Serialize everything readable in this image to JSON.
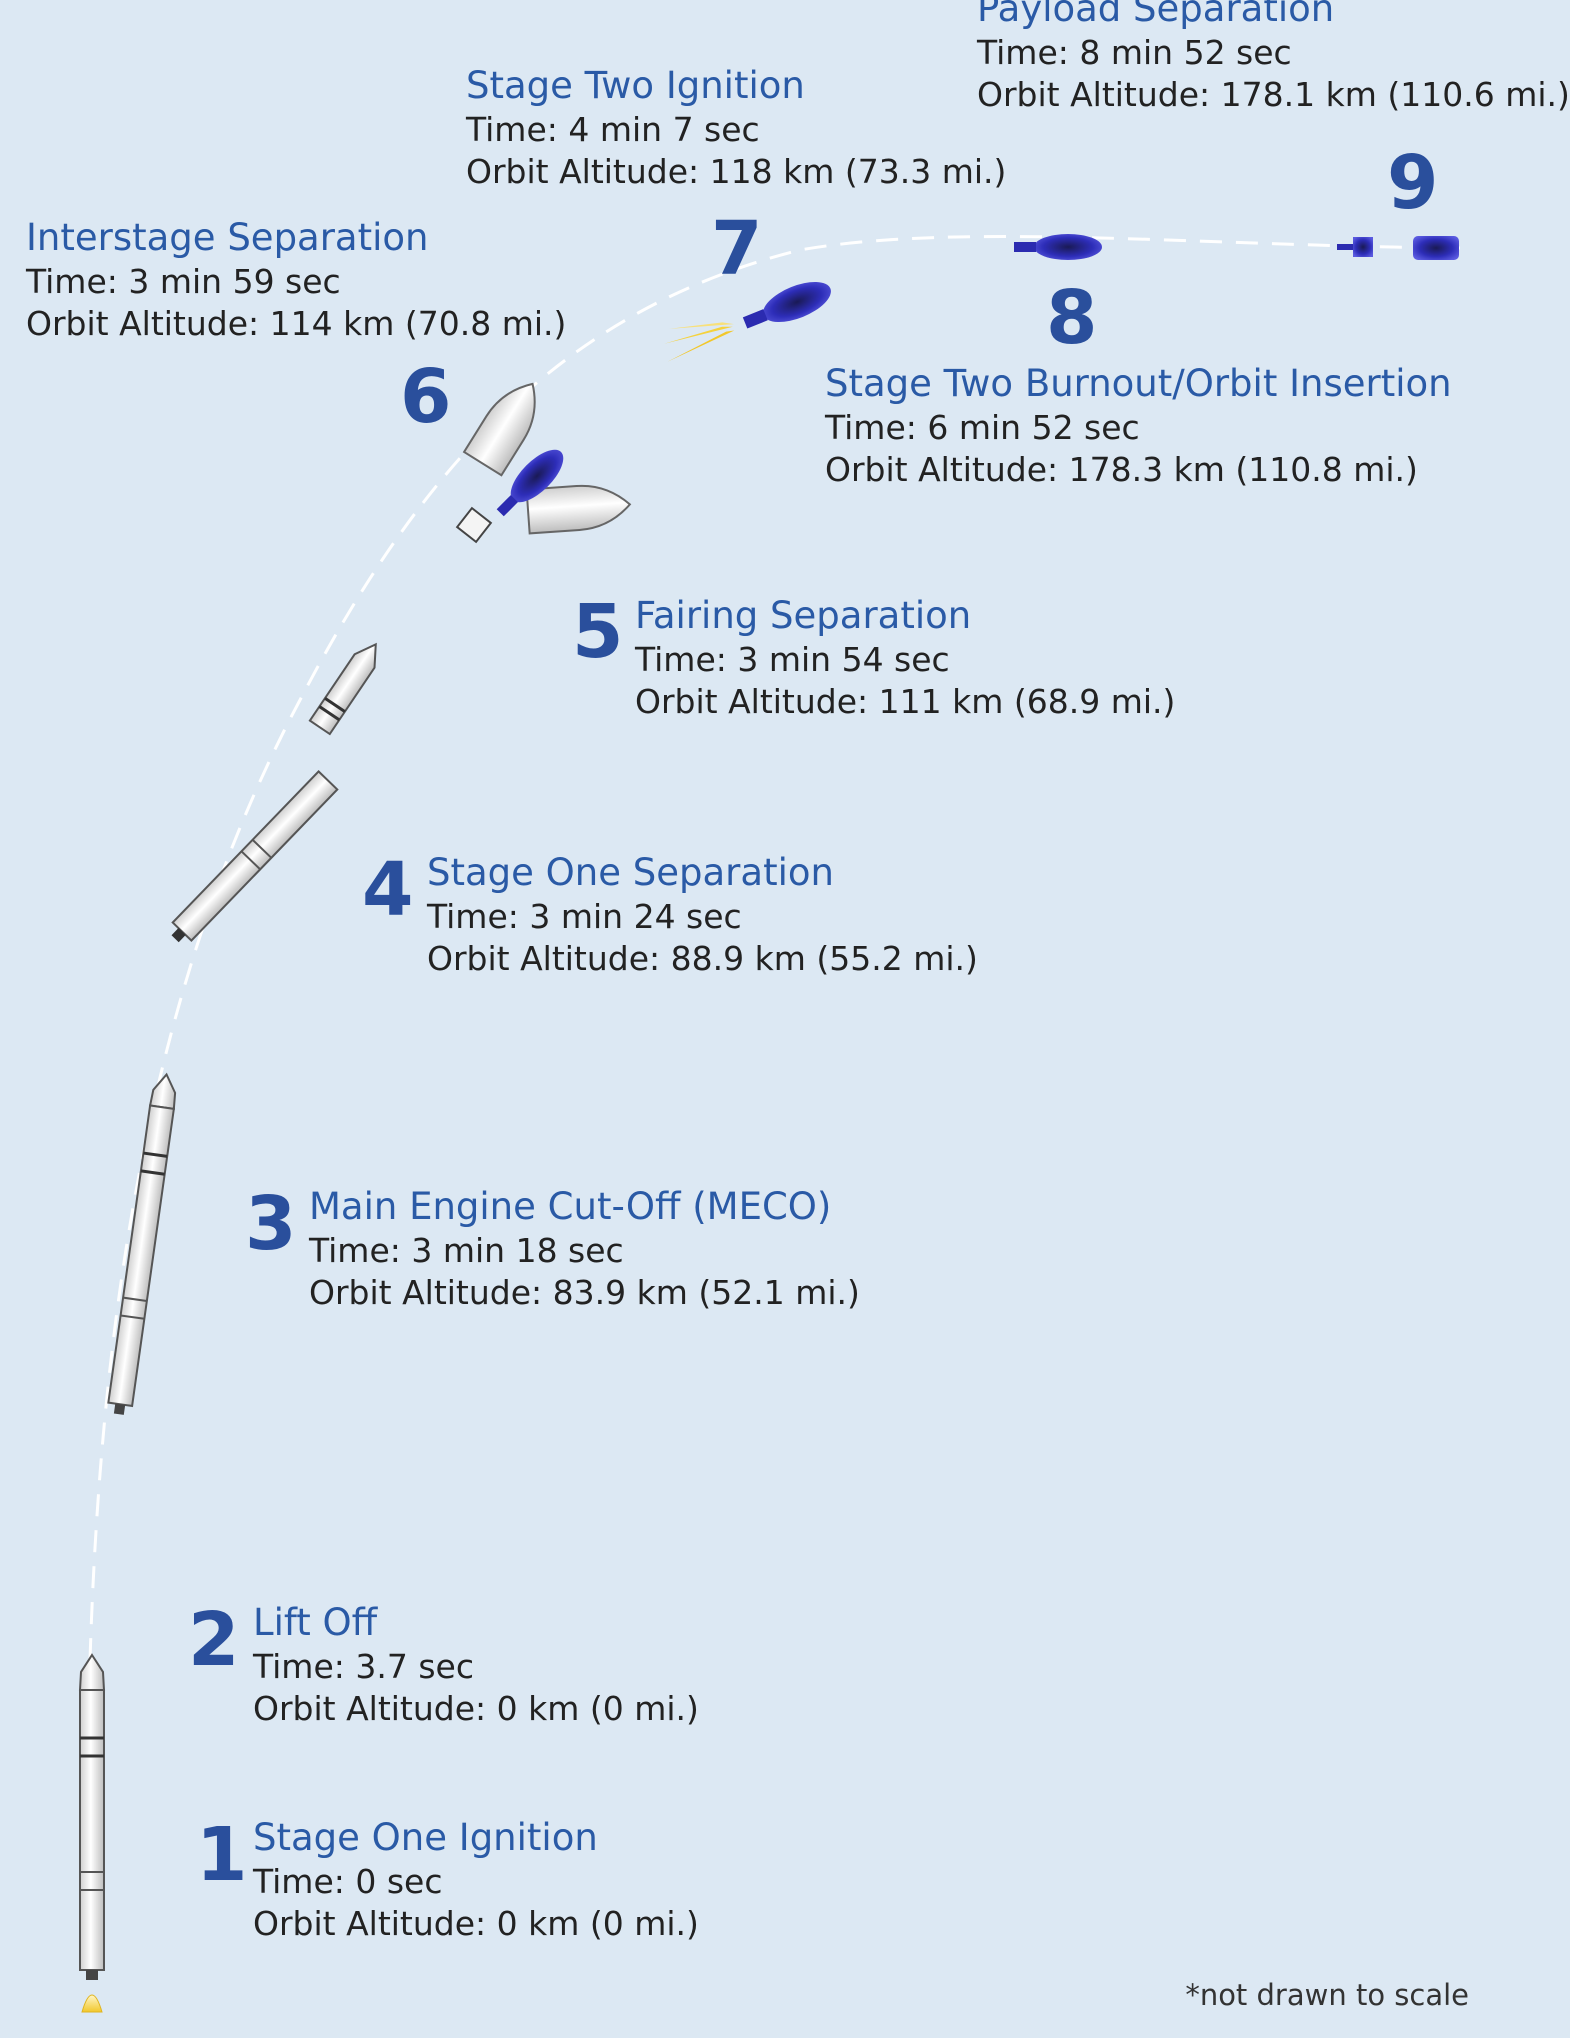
{
  "stages": [
    {
      "number": "1",
      "title": "Stage One Ignition",
      "time": "Time: 0 sec",
      "altitude": "Orbit Altitude: 0 km (0 mi.)"
    },
    {
      "number": "2",
      "title": "Lift Off",
      "time": "Time: 3.7 sec",
      "altitude": "Orbit Altitude: 0 km (0 mi.)"
    },
    {
      "number": "3",
      "title": "Main Engine Cut-Off (MECO)",
      "time": "Time: 3 min 18 sec",
      "altitude": "Orbit Altitude: 83.9 km (52.1 mi.)"
    },
    {
      "number": "4",
      "title": "Stage One Separation",
      "time": "Time: 3 min 24 sec",
      "altitude": "Orbit Altitude: 88.9 km (55.2 mi.)"
    },
    {
      "number": "5",
      "title": "Fairing Separation",
      "time": "Time: 3 min 54 sec",
      "altitude": "Orbit Altitude: 111 km (68.9 mi.)"
    },
    {
      "number": "6",
      "title": "Interstage Separation",
      "time": "Time: 3 min 59 sec",
      "altitude": "Orbit Altitude: 114 km (70.8 mi.)"
    },
    {
      "number": "7",
      "title": "Stage Two Ignition",
      "time": "Time: 4 min 7 sec",
      "altitude": "Orbit Altitude: 118 km (73.3 mi.)"
    },
    {
      "number": "8",
      "title": "Stage Two Burnout/Orbit Insertion",
      "time": "Time: 6 min 52 sec",
      "altitude": "Orbit Altitude: 178.3 km (110.8 mi.)"
    },
    {
      "number": "9",
      "title": "Payload Separation",
      "time": "Time: 8 min 52 sec",
      "altitude": "Orbit Altitude: 178.1 km (110.6 mi.)"
    }
  ],
  "footnote": "*not drawn to scale",
  "colors": {
    "background": "#dce8f3",
    "title": "#2a5aa6",
    "number": "#2a4f9c",
    "text": "#222222",
    "rocket_body": "#f2f2f2",
    "rocket_outline": "#555555",
    "upper_stage": "#2b2bb0",
    "flame": "#f5d23c",
    "trajectory": "#ffffff"
  },
  "icons": [
    "rocket-icon",
    "flame-icon",
    "fairing-icon",
    "upper-stage-icon"
  ]
}
